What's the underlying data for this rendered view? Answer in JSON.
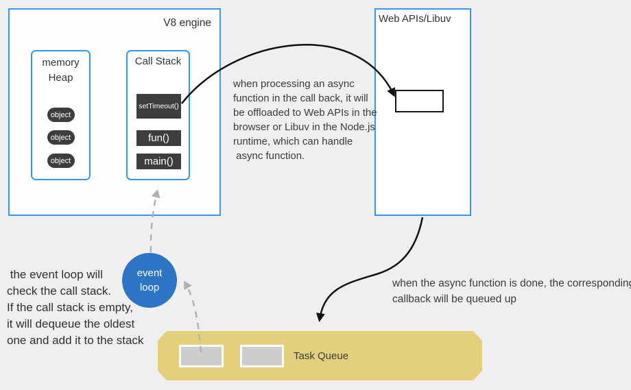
{
  "v8": {
    "title": "V8 engine"
  },
  "memory_heap": {
    "title": "memory\nHeap",
    "objects": [
      "object",
      "object",
      "object"
    ]
  },
  "call_stack": {
    "title": "Call Stack",
    "frames": [
      "setTimeout()",
      "fun()",
      "main()"
    ]
  },
  "web_apis": {
    "title": "Web APIs/Libuv"
  },
  "event_loop": {
    "label": "event\nloop"
  },
  "task_queue": {
    "label": "Task Queue"
  },
  "notes": {
    "offload": "when processing an async\nfunction in the call back, it will\nbe offloaded to Web APIs in the\nbrowser or Libuv in the Node.js\nruntime, which can handle\n async function.",
    "event_loop_behavior": " the event loop will\ncheck the call stack.\nIf the call stack is empty,\nit will dequeue the oldest\none and add it to the stack",
    "callback_queued": "when the async function is done, the corresponding\ncallback will be queued up"
  },
  "colors": {
    "background": "#efeff1",
    "box_border_blue": "#3399f0",
    "dark_block": "#3d3d3d",
    "event_loop_blue": "#2e74c5",
    "task_queue_yellow": "#e4cf7c",
    "queue_slot_gray": "#cdcdcd",
    "arrow_black": "#111111",
    "arrow_gray": "#b1b1b1",
    "text": "#3b3b3b"
  }
}
